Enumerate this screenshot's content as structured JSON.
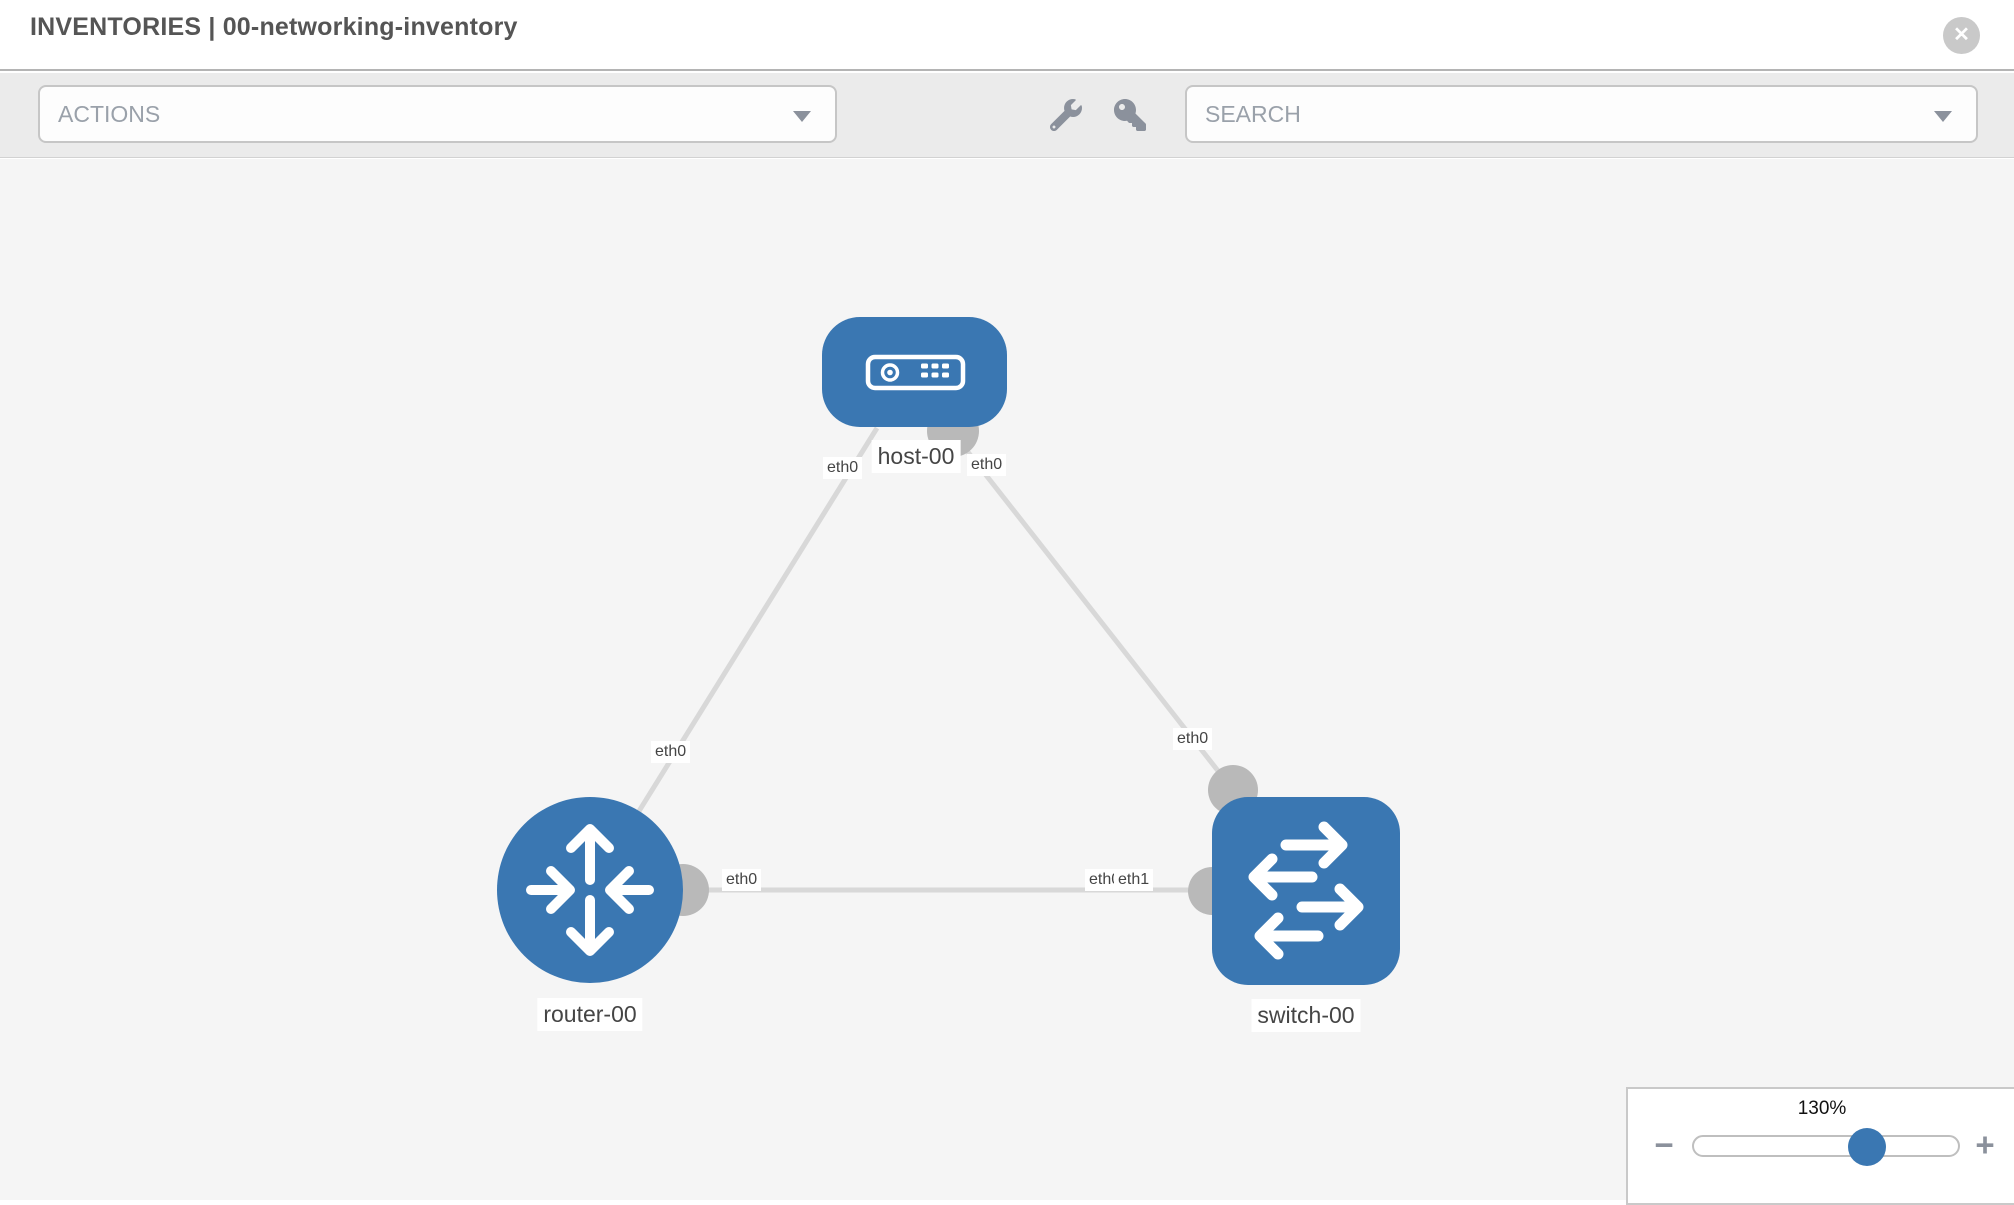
{
  "header": {
    "title": "INVENTORIES | 00-networking-inventory",
    "close_glyph": "✕"
  },
  "toolbar": {
    "actions_label": "ACTIONS",
    "search_placeholder": "SEARCH",
    "icons": [
      {
        "name": "wrench-icon"
      },
      {
        "name": "key-icon"
      }
    ]
  },
  "topology": {
    "nodes": [
      {
        "id": "host-00",
        "label": "host-00",
        "type": "host"
      },
      {
        "id": "router-00",
        "label": "router-00",
        "type": "router"
      },
      {
        "id": "switch-00",
        "label": "switch-00",
        "type": "switch"
      }
    ],
    "links": [
      {
        "from": "host-00",
        "from_interface": "eth0",
        "to": "router-00",
        "to_interface": "eth0"
      },
      {
        "from": "host-00",
        "from_interface": "eth0",
        "to": "switch-00",
        "to_interface": "eth0"
      },
      {
        "from": "router-00",
        "from_interface": "eth0",
        "to": "switch-00",
        "to_interface": "eth1"
      }
    ],
    "labels": {
      "host_left_eth": "eth0",
      "host_right_eth": "eth0",
      "router_link_eth": "eth0",
      "switch_link_eth": "eth0",
      "mid_router_eth": "eth0",
      "mid_switch_eth_under": "eth0",
      "mid_switch_eth_over": "eth1"
    }
  },
  "zoom_control": {
    "value": "130%",
    "minus_glyph": "−",
    "plus_glyph": "+"
  },
  "colors": {
    "node_blue": "#3a77b2",
    "link_gray": "#d8d8d8",
    "endpoint_gray": "#b9b9b9",
    "toolbar_bg": "#ebebeb",
    "canvas_bg": "#f5f5f5"
  }
}
